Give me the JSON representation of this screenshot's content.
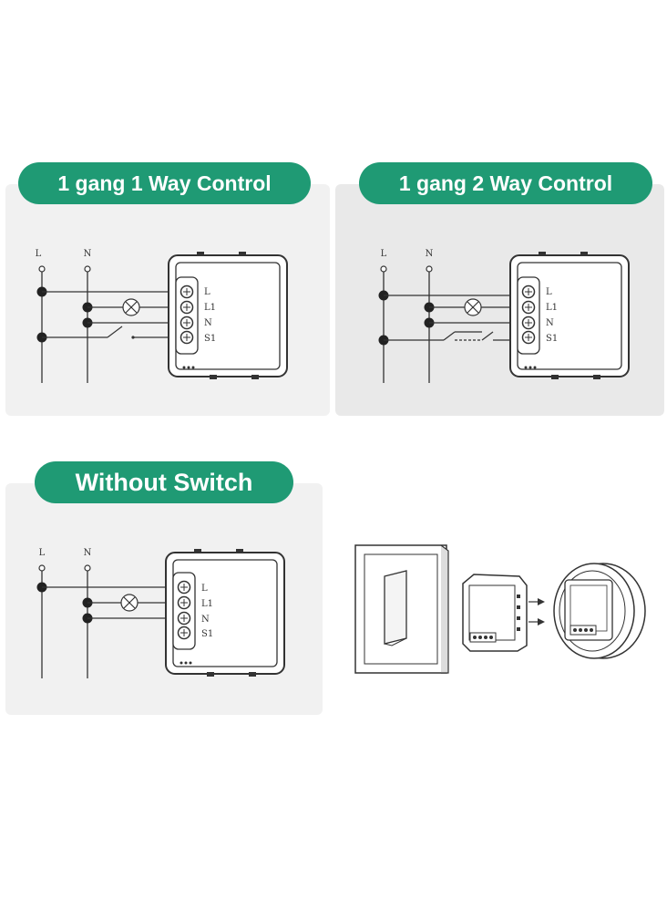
{
  "colors": {
    "accent": "#1f9a74",
    "panel": "#f1f1f1",
    "line": "#333333"
  },
  "panels": [
    {
      "title": "1 gang 1 Way Control",
      "lines": [
        "L",
        "N"
      ],
      "terminals": [
        "L",
        "L1",
        "N",
        "S1"
      ]
    },
    {
      "title": "1 gang 2 Way Control",
      "lines": [
        "L",
        "N"
      ],
      "terminals": [
        "L",
        "L1",
        "N",
        "S1"
      ]
    },
    {
      "title": "Without Switch",
      "lines": [
        "L",
        "N"
      ],
      "terminals": [
        "L",
        "L1",
        "N",
        "S1"
      ]
    }
  ],
  "illustration": {
    "icons": [
      "wall-switch-icon",
      "smart-module-icon",
      "wall-box-icon",
      "arrow-icon"
    ]
  }
}
